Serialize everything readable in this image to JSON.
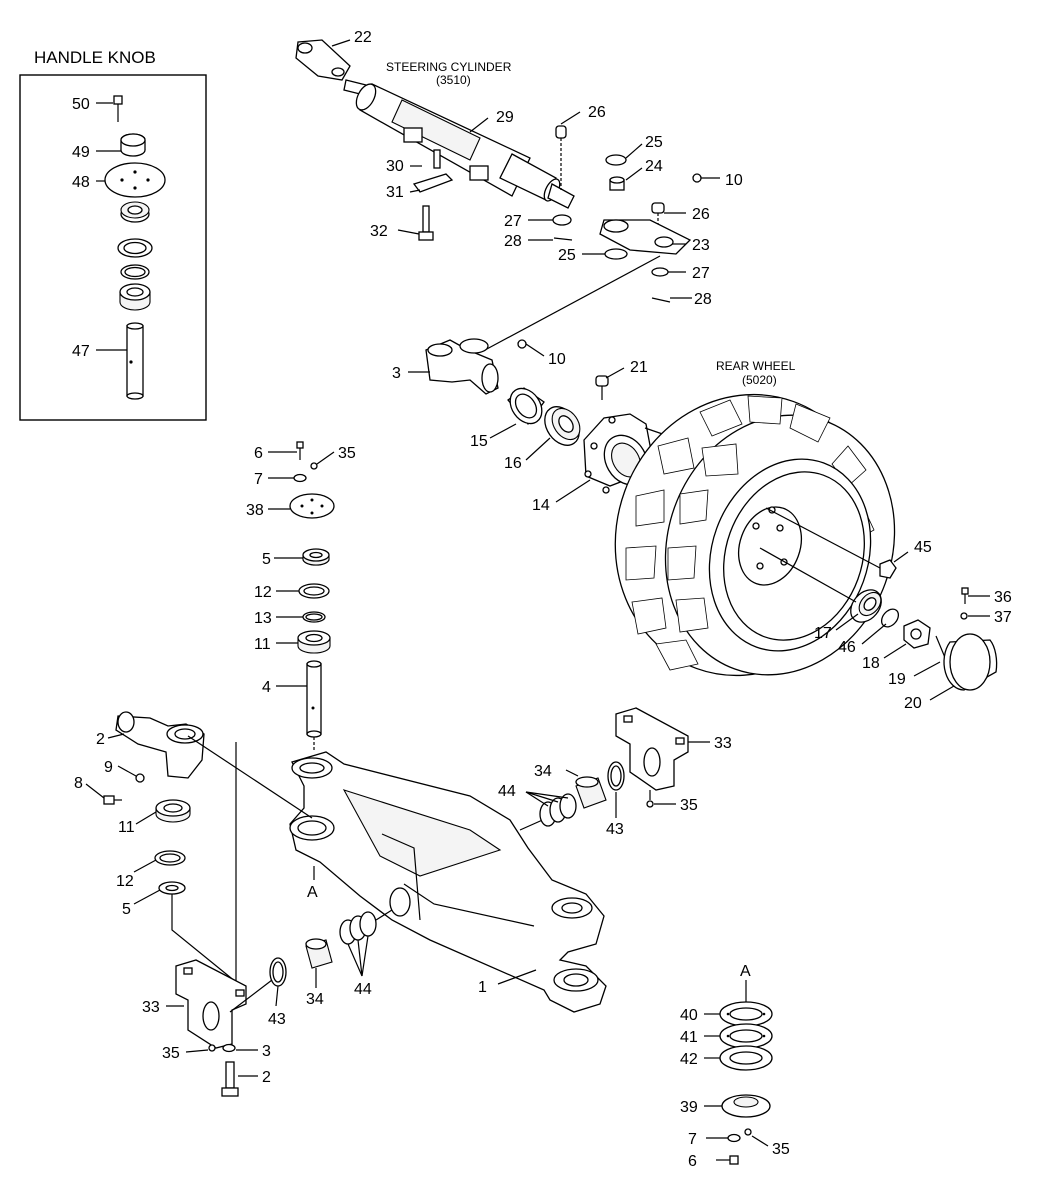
{
  "handle_knob": {
    "title": "HANDLE KNOB"
  },
  "steering_cylinder": {
    "name": "STEERING CYLINDER",
    "code": "(3510)"
  },
  "rear_wheel": {
    "name": "REAR WHEEL",
    "code": "(5020)"
  },
  "callouts": [
    {
      "id": "c50",
      "text": "50"
    },
    {
      "id": "c49",
      "text": "49"
    },
    {
      "id": "c48",
      "text": "48"
    },
    {
      "id": "c47",
      "text": "47"
    },
    {
      "id": "c22",
      "text": "22"
    },
    {
      "id": "c29",
      "text": "29"
    },
    {
      "id": "c26a",
      "text": "26"
    },
    {
      "id": "c25a",
      "text": "25"
    },
    {
      "id": "c24",
      "text": "24"
    },
    {
      "id": "c10a",
      "text": "10"
    },
    {
      "id": "c26b",
      "text": "26"
    },
    {
      "id": "c30",
      "text": "30"
    },
    {
      "id": "c31",
      "text": "31"
    },
    {
      "id": "c32",
      "text": "32"
    },
    {
      "id": "c27a",
      "text": "27"
    },
    {
      "id": "c28a",
      "text": "28"
    },
    {
      "id": "c23",
      "text": "23"
    },
    {
      "id": "c25b",
      "text": "25"
    },
    {
      "id": "c27b",
      "text": "27"
    },
    {
      "id": "c28b",
      "text": "28"
    },
    {
      "id": "c3a",
      "text": "3"
    },
    {
      "id": "c10b",
      "text": "10"
    },
    {
      "id": "c21",
      "text": "21"
    },
    {
      "id": "c15",
      "text": "15"
    },
    {
      "id": "c16",
      "text": "16"
    },
    {
      "id": "c14",
      "text": "14"
    },
    {
      "id": "c6a",
      "text": "6"
    },
    {
      "id": "c35a",
      "text": "35"
    },
    {
      "id": "c7a",
      "text": "7"
    },
    {
      "id": "c38",
      "text": "38"
    },
    {
      "id": "c5a",
      "text": "5"
    },
    {
      "id": "c12a",
      "text": "12"
    },
    {
      "id": "c13",
      "text": "13"
    },
    {
      "id": "c11a",
      "text": "11"
    },
    {
      "id": "c4",
      "text": "4"
    },
    {
      "id": "c45",
      "text": "45"
    },
    {
      "id": "c36",
      "text": "36"
    },
    {
      "id": "c37",
      "text": "37"
    },
    {
      "id": "c17",
      "text": "17"
    },
    {
      "id": "c46",
      "text": "46"
    },
    {
      "id": "c18",
      "text": "18"
    },
    {
      "id": "c19",
      "text": "19"
    },
    {
      "id": "c20",
      "text": "20"
    },
    {
      "id": "c2a",
      "text": "2"
    },
    {
      "id": "c9",
      "text": "9"
    },
    {
      "id": "c8",
      "text": "8"
    },
    {
      "id": "c11b",
      "text": "11"
    },
    {
      "id": "c12b",
      "text": "12"
    },
    {
      "id": "c5b",
      "text": "5"
    },
    {
      "id": "cA1",
      "text": "A"
    },
    {
      "id": "c33a",
      "text": "33"
    },
    {
      "id": "c34a",
      "text": "34"
    },
    {
      "id": "c44a",
      "text": "44"
    },
    {
      "id": "c35b",
      "text": "35"
    },
    {
      "id": "c43a",
      "text": "43"
    },
    {
      "id": "c44b",
      "text": "44"
    },
    {
      "id": "c34b",
      "text": "34"
    },
    {
      "id": "c43b",
      "text": "43"
    },
    {
      "id": "c1",
      "text": "1"
    },
    {
      "id": "c33b",
      "text": "33"
    },
    {
      "id": "c35c",
      "text": "35"
    },
    {
      "id": "c3b",
      "text": "3"
    },
    {
      "id": "c2b",
      "text": "2"
    },
    {
      "id": "cA2",
      "text": "A"
    },
    {
      "id": "c40",
      "text": "40"
    },
    {
      "id": "c41",
      "text": "41"
    },
    {
      "id": "c42",
      "text": "42"
    },
    {
      "id": "c39",
      "text": "39"
    },
    {
      "id": "c7b",
      "text": "7"
    },
    {
      "id": "c35d",
      "text": "35"
    },
    {
      "id": "c6b",
      "text": "6"
    }
  ]
}
